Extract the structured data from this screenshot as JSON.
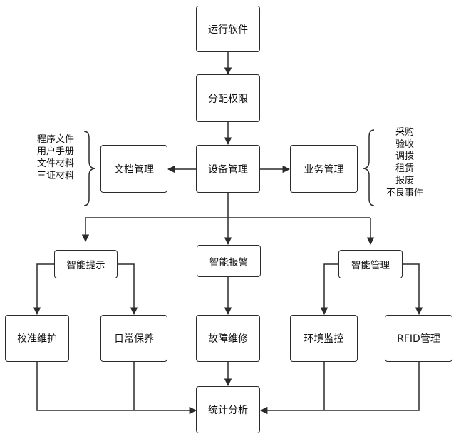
{
  "nodes": {
    "run": "运行软件",
    "perm": "分配权限",
    "device": "设备管理",
    "doc": "文档管理",
    "biz": "业务管理",
    "hint": "智能提示",
    "alarm": "智能报警",
    "smart": "智能管理",
    "calib": "校准维护",
    "daily": "日常保养",
    "repair": "故障维修",
    "env": "环境监控",
    "rfid": "RFID管理",
    "stats": "统计分析"
  },
  "doc_items": [
    "程序文件",
    "用户手册",
    "文件材料",
    "三证材料"
  ],
  "biz_items": [
    "采购",
    "验收",
    "调拨",
    "租赁",
    "报废",
    "不良事件"
  ]
}
